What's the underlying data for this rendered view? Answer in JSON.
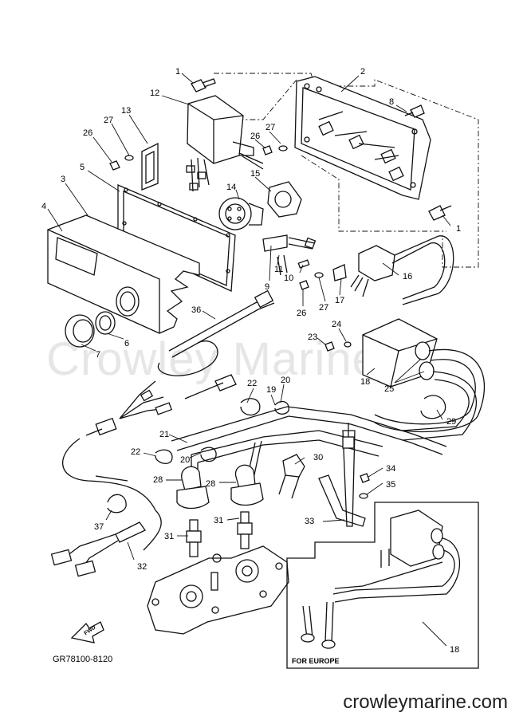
{
  "watermark": "Crowley Marine",
  "diagram_code": "GR78100-8120",
  "region_label": "FOR EUROPE",
  "fwd_label": "FWD",
  "site_url": "crowleymarine.com",
  "callouts": {
    "c1a": "1",
    "c2": "2",
    "c8": "8",
    "c12": "12",
    "c13": "13",
    "c27a": "27",
    "c26a": "26",
    "c27b": "27",
    "c26b": "26",
    "c3": "3",
    "c5": "5",
    "c15": "15",
    "c14": "14",
    "c1b": "1",
    "c4": "4",
    "c11": "11",
    "c10": "10",
    "c9": "9",
    "c16": "16",
    "c27c": "27",
    "c17": "17",
    "c26c": "26",
    "c36": "36",
    "c24": "24",
    "c23": "23",
    "c7": "7",
    "c6": "6",
    "c18a": "18",
    "c25": "25",
    "c22a": "22",
    "c20a": "20",
    "c19": "19",
    "c29": "29",
    "c21": "21",
    "c22b": "22",
    "c20b": "20",
    "c30": "30",
    "c34": "34",
    "c35": "35",
    "c28a": "28",
    "c28b": "28",
    "c33": "33",
    "c37": "37",
    "c31a": "31",
    "c31b": "31",
    "c32": "32",
    "c18b": "18"
  }
}
